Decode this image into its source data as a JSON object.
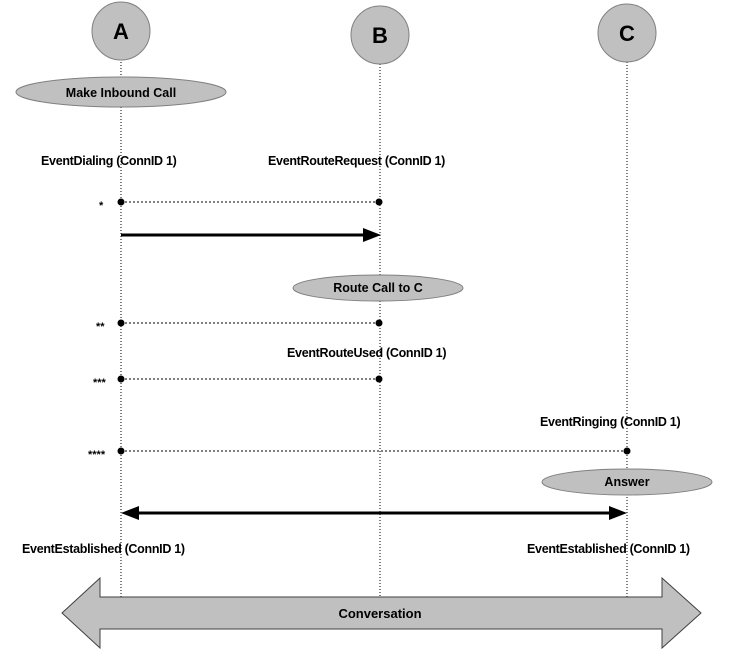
{
  "nodes": {
    "a": "A",
    "b": "B",
    "c": "C"
  },
  "actions": {
    "make_inbound_call": "Make Inbound Call",
    "route_call_to_c": "Route Call to C",
    "answer": "Answer"
  },
  "events": {
    "a_dialing": "EventDialing (ConnID 1)",
    "b_route_request": "EventRouteRequest (ConnID 1)",
    "b_route_used": "EventRouteUsed (ConnID 1)",
    "c_ringing": "EventRinging (ConnID 1)",
    "a_established": "EventEstablished (ConnID 1)",
    "c_established": "EventEstablished (ConnID 1)"
  },
  "markers": {
    "m1": "*",
    "m2": "**",
    "m3": "***",
    "m4": "****"
  },
  "banner": {
    "conversation": "Conversation"
  },
  "colors": {
    "node_fill": "#c0c0c0",
    "ellipse_fill": "#c0c0c0",
    "banner_fill": "#c0c0c0",
    "line": "#000000"
  }
}
